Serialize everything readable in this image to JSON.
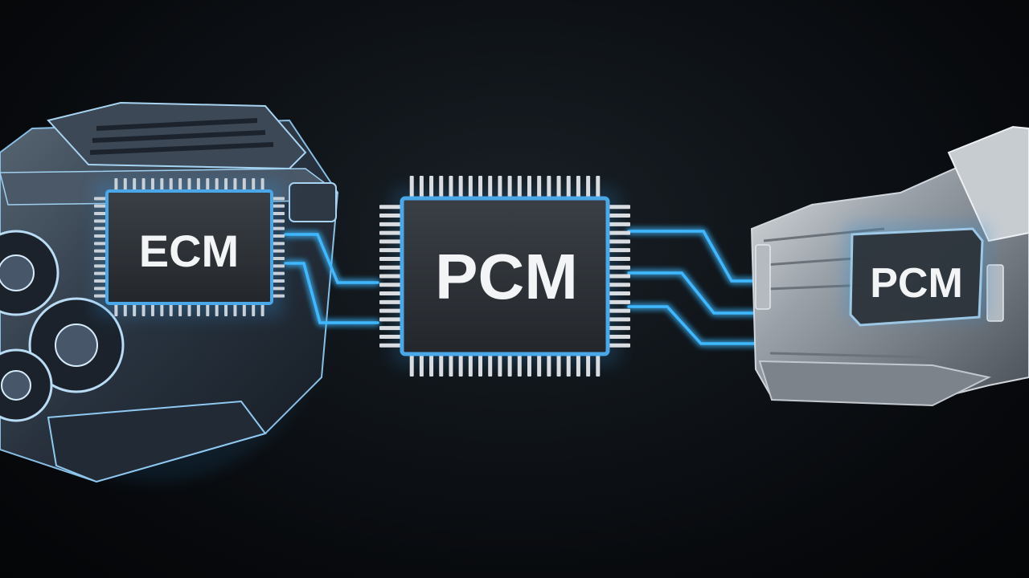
{
  "diagram": {
    "left_module": {
      "label": "ECM"
    },
    "center_module": {
      "label": "PCM"
    },
    "right_module": {
      "label": "PCM"
    }
  },
  "colors": {
    "background": "#07090c",
    "wire_glow": "#3fb8ff",
    "chip_body": "#2b2f34",
    "chip_border": "#4aa8e8",
    "chip_pin": "#d9dde2",
    "engine_metal": "#3a4654",
    "transmission_metal": "#9aa1a8",
    "label_text": "#f2f4f6"
  },
  "icons": {
    "left_component": "engine-icon",
    "right_component": "transmission-icon"
  }
}
